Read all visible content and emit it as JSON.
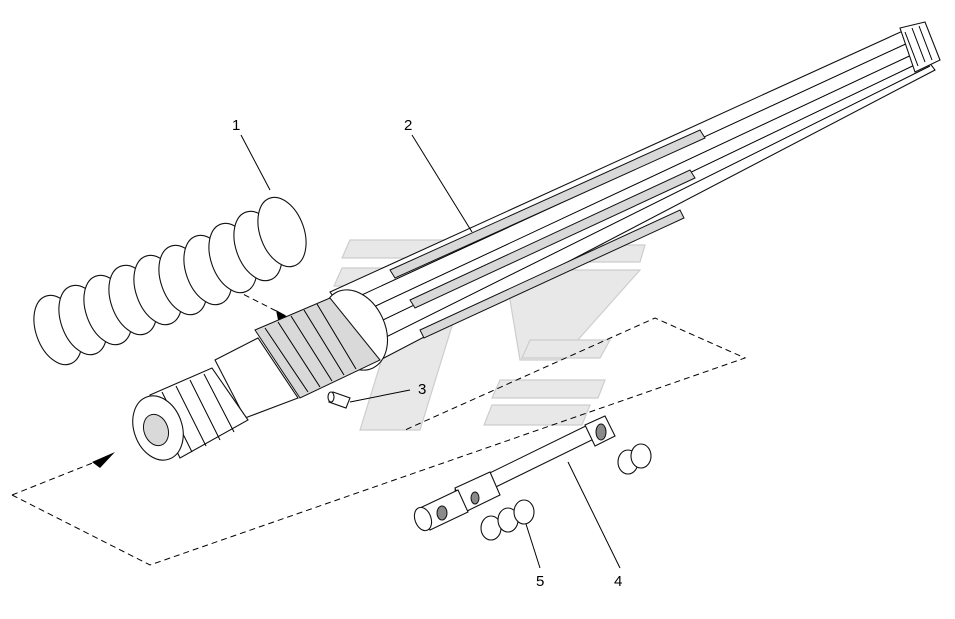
{
  "callouts": [
    {
      "id": "1",
      "label": "1"
    },
    {
      "id": "2",
      "label": "2"
    },
    {
      "id": "3",
      "label": "3"
    },
    {
      "id": "4",
      "label": "4"
    },
    {
      "id": "5",
      "label": "5"
    }
  ],
  "colors": {
    "line": "#000000",
    "background": "#ffffff",
    "watermark": "#e6e6e6"
  }
}
